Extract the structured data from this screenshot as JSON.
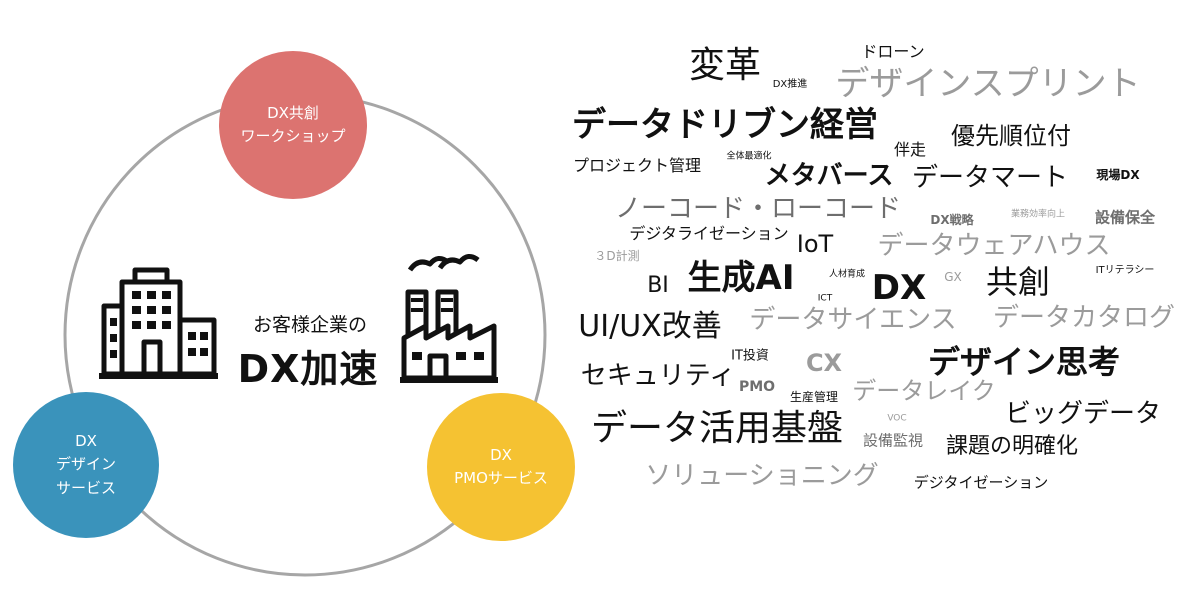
{
  "center": {
    "subtitle": "お客様企業の",
    "title": "DX加速"
  },
  "services": {
    "cocreation": {
      "line1": "DX共創",
      "line2": "ワークショップ",
      "color": "#dc7370"
    },
    "design": {
      "line1": "DX",
      "line2": "デザイン",
      "line3": "サービス",
      "color": "#3a93bb"
    },
    "pmo": {
      "line1": "DX",
      "line2": "PMOサービス",
      "color": "#f5c232"
    }
  },
  "icons": [
    "office-building-icon",
    "factory-icon"
  ],
  "word_cloud": [
    "変革",
    "ドローン",
    "DX推進",
    "デザインスプリント",
    "データドリブン経営",
    "優先順位付",
    "伴走",
    "プロジェクト管理",
    "全体最適化",
    "メタバース",
    "データマート",
    "現場DX",
    "ノーコード・ローコード",
    "DX戦略",
    "業務効率向上",
    "設備保全",
    "デジタライゼーション",
    "IoT",
    "データウェアハウス",
    "３D計測",
    "BI",
    "生成AI",
    "人材育成",
    "DX",
    "GX",
    "共創",
    "ITリテラシー",
    "ICT",
    "UI/UX改善",
    "データサイエンス",
    "データカタログ",
    "IT投資",
    "CX",
    "デザイン思考",
    "セキュリティ",
    "PMO",
    "生産管理",
    "データレイク",
    "ビッグデータ",
    "VOC",
    "データ活用基盤",
    "設備監視",
    "課題の明確化",
    "ソリューショニング",
    "デジタイゼーション"
  ]
}
